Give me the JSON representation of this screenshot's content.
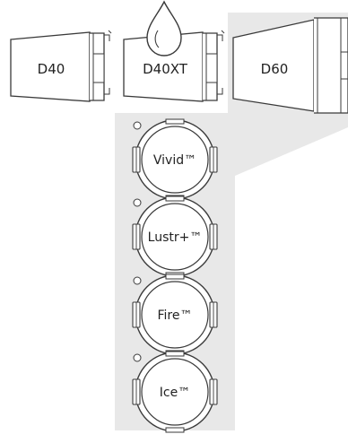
{
  "products": {
    "d40": "D40",
    "d40xt": "D40XT",
    "d60": "D60"
  },
  "lenses": [
    {
      "label": "Vivid™"
    },
    {
      "label": "Lustr+™"
    },
    {
      "label": "Fire™"
    },
    {
      "label": "Ice™"
    }
  ],
  "colors": {
    "panel": "#e8e8e8",
    "stroke": "#3a3a3a",
    "text": "#222222"
  },
  "icons": {
    "water_drop": "water-drop-icon"
  }
}
